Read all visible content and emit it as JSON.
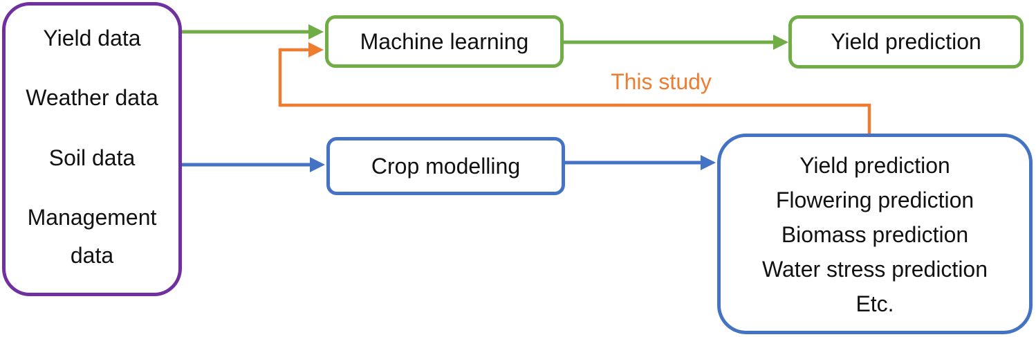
{
  "colors": {
    "purple": "#7030A0",
    "green": "#70AD47",
    "blue": "#4472C4",
    "orange": "#ED7D31",
    "text": "#111111",
    "bg": "#ffffff"
  },
  "nodes": {
    "inputs": {
      "lines": [
        "Yield data",
        "Weather data",
        "Soil data",
        "Management data"
      ]
    },
    "machine_learning": {
      "label": "Machine learning"
    },
    "yield_prediction": {
      "label": "Yield prediction"
    },
    "crop_modelling": {
      "label": "Crop modelling"
    },
    "outputs": {
      "lines": [
        "Yield prediction",
        "Flowering prediction",
        "Biomass prediction",
        "Water stress prediction",
        "Etc."
      ]
    }
  },
  "annotations": {
    "this_study": "This study"
  }
}
